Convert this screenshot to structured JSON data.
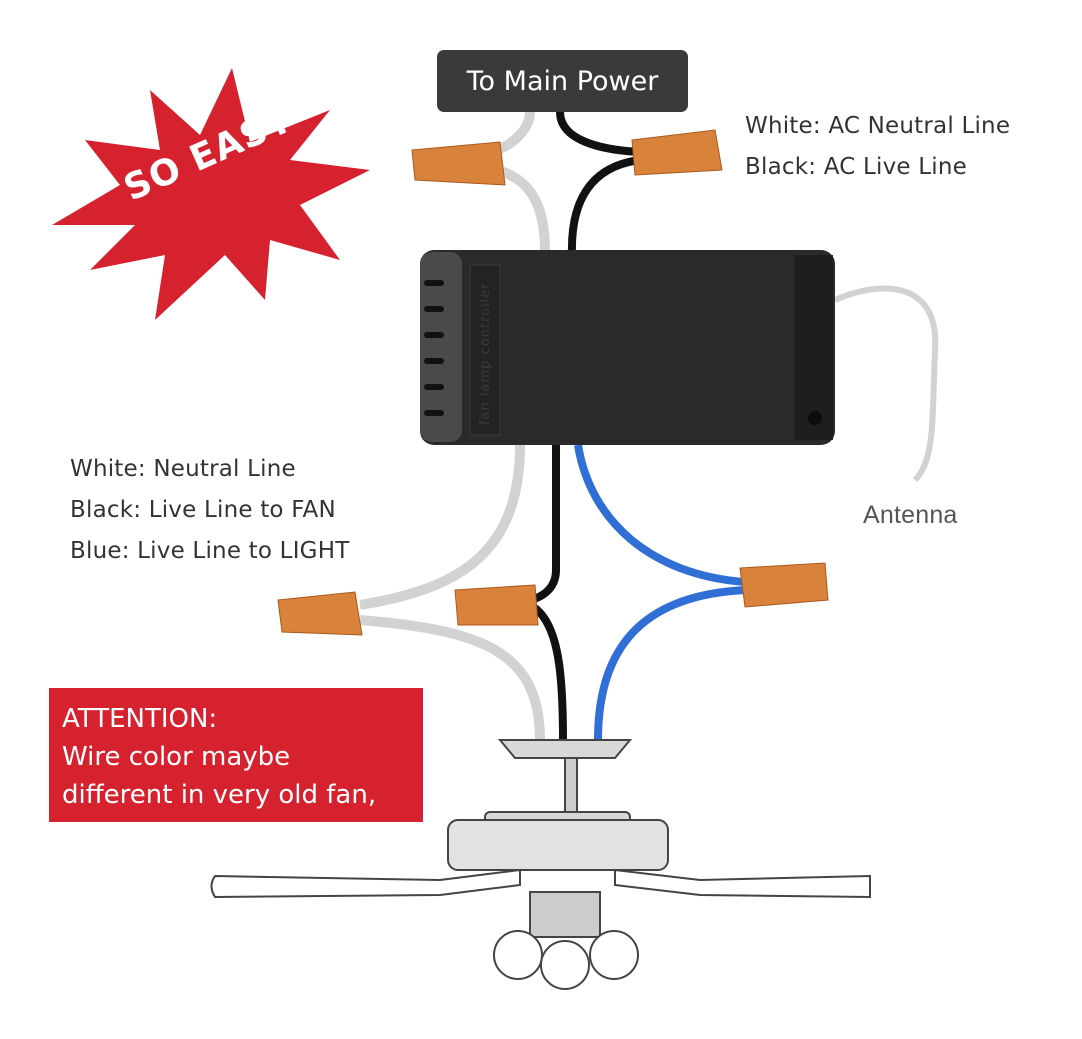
{
  "badge": {
    "text": "SO EASY"
  },
  "power_label": "To Main Power",
  "top_legend": [
    "White: AC Neutral Line",
    "Black: AC Live Line"
  ],
  "bottom_legend": [
    "White: Neutral Line",
    "Black: Live Line to FAN",
    "Blue: Live Line to LIGHT"
  ],
  "antenna_label": "Antenna",
  "controller_text": "fan lamp controller",
  "attention": {
    "title": "ATTENTION:",
    "lines": [
      "Wire color maybe",
      "different in very old fan,"
    ]
  },
  "colors": {
    "red": "#d6212e",
    "white_wire": "#d2d2d2",
    "black_wire": "#111111",
    "blue_wire": "#2f6fd6",
    "wire_nut": "#d9823b",
    "controller": "#2a2a2a"
  }
}
